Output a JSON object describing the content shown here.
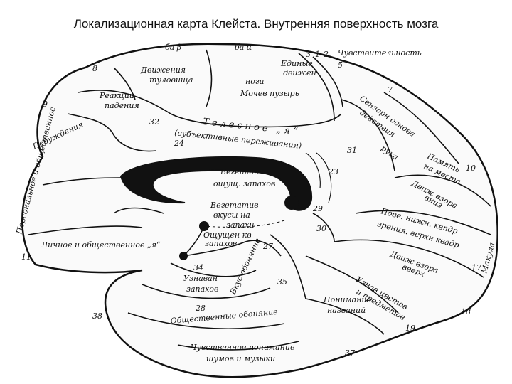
{
  "title": "Локализационная карта Клейста. Внутренняя поверхность мозга",
  "labels": {
    "dvizh_tulovisha_1": "Движения",
    "dvizh_tulovisha_2": "туловища",
    "edinye_dvizh_1": "Единые",
    "edinye_dvizh_2": "движен",
    "nogi": "ноги",
    "mochev_puzyr": "Мочев пузырь",
    "chuvstvitelnost": "Чувствительность",
    "reakcii_1": "Реакции",
    "reakcii_2": "падения",
    "pobuzhdenie": "Побуждения",
    "telesnoe": "Телесное „я“",
    "subjektivnye": "(субъективные переживания)",
    "sensor_osnova_1": "Сензорн основа",
    "sensor_osnova_2": "действия",
    "ruka": "рука",
    "pamyat_1": "Память",
    "pamyat_2": "на места",
    "dvizh_vzora_vniz_1": "Движ взора",
    "dvizh_vzora_vniz_2": "вниз",
    "vegetat_obon_1": "Вегетатив",
    "vegetat_obon_2": "ощущ. запахов",
    "vegetat_vkus_1": "Вегетатив",
    "vegetat_vkus_2": "вкусы на",
    "vegetat_vkus_3": "запахи",
    "oshushch_kv_1": "Ощущен кв",
    "oshushch_kv_2": "запахов",
    "verh_niz_kv_1": "Пове. нижн. квпдр",
    "verh_niz_kv_2": "зрения. верхн квадр",
    "dvizh_vzora_vverh_1": "Движ взора",
    "dvizh_vzora_vverh_2": "вверх",
    "lichnoe": "Личное и общественное „я“",
    "personalnoe": "Персональное и общественное",
    "uznav_zapahov_1": "Узнаван",
    "uznav_zapahov_2": "запахов",
    "uznav_cvetov_1": "Узнав цветов",
    "uznav_cvetov_2": "и предметов",
    "ponimanie_nazv_1": "Понимание",
    "ponimanie_nazv_2": "названий",
    "obshchestv_obonyatel": "Общественные обоняние",
    "chuvstvennoe_ponim_1": "Чувственное понимание",
    "chuvstvennoe_ponim_2": "шумов и музыки",
    "vbw": "Вкус обоняние",
    "bap": "ба β",
    "bay": "ба α",
    "makula": "Макула"
  },
  "numbers": {
    "n8": "8",
    "n9": "9",
    "n3": "3",
    "n1": "1",
    "n2": "2",
    "n5": "5",
    "n7": "7",
    "n32": "32",
    "n24": "24",
    "n31": "31",
    "n23": "23",
    "n10": "10",
    "n29": "29",
    "n30": "30",
    "n27": "27",
    "n34": "34",
    "n35": "35",
    "n28": "28",
    "n38": "38",
    "n18": "18",
    "n19": "19",
    "n37": "37",
    "n11": "11",
    "n17": "17"
  }
}
